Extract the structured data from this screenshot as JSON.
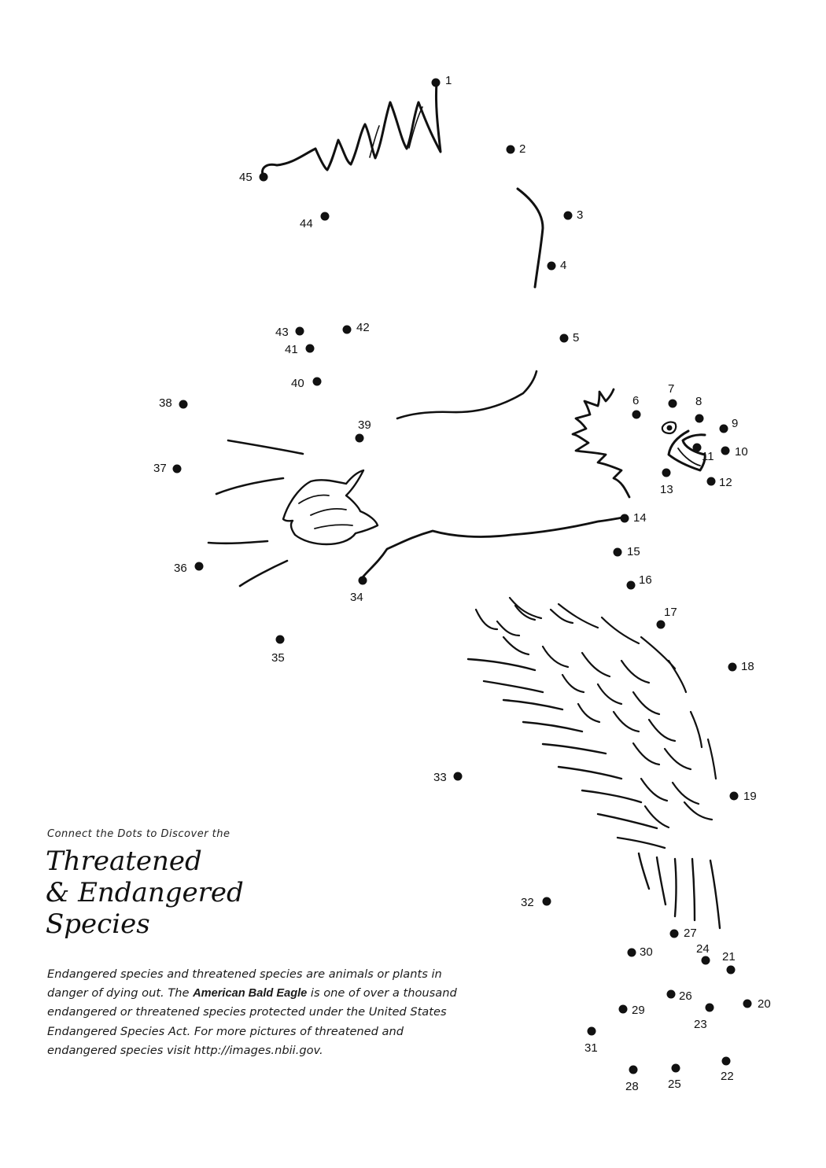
{
  "intro_line": "Connect the Dots to Discover the",
  "title_lines": [
    "Threatened",
    "& Endangered",
    "Species"
  ],
  "description": {
    "before": "Endangered species and threatened species are animals or plants in danger of dying out. The ",
    "emphasis": "American Bald Eagle",
    "after": " is one of over a thousand endangered or threatened species protected under the United States Endangered Species Act. For more pictures of threatened and endangered species visit http://images.nbii.gov."
  },
  "dot_labels": [
    "1",
    "2",
    "3",
    "4",
    "5",
    "6",
    "7",
    "8",
    "9",
    "10",
    "11",
    "12",
    "13",
    "14",
    "15",
    "16",
    "17",
    "18",
    "19",
    "20",
    "21",
    "22",
    "23",
    "24",
    "25",
    "26",
    "27",
    "28",
    "29",
    "30",
    "31",
    "32",
    "33",
    "34",
    "35",
    "36",
    "37",
    "38",
    "39",
    "40",
    "41",
    "42",
    "43",
    "44",
    "45"
  ],
  "colors": {
    "ink": "#111111",
    "background": "#ffffff"
  }
}
